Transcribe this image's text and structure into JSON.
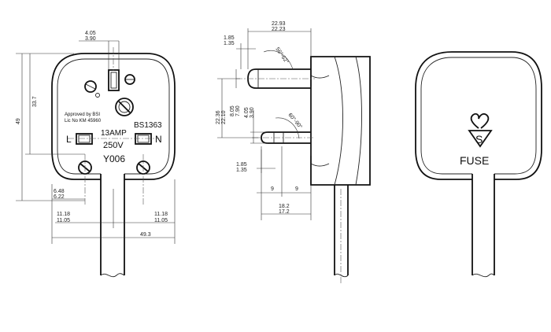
{
  "front_view": {
    "approval_line1": "Approved by BSI",
    "approval_line2": "Lic No KM 45960",
    "rating_current": "13AMP",
    "rating_voltage": "250V",
    "standard": "BS1363",
    "model": "Y006",
    "terminal_live": "L",
    "terminal_neutral": "N",
    "dim_top_upper": "4.05",
    "dim_top_lower": "3.90",
    "dim_height_total": "49",
    "dim_height_upper": "33.7",
    "dim_pin_left_upper": "6.48",
    "dim_pin_left_lower": "6.22",
    "dim_pin_w_upper": "11.18",
    "dim_pin_w_lower": "11.05",
    "dim_pin_w2_upper": "11.18",
    "dim_pin_w2_lower": "11.05",
    "dim_width_total": "49.3"
  },
  "side_view": {
    "dim_top_upper": "22.93",
    "dim_top_lower": "22.23",
    "dim_pin_tip_upper": "1.85",
    "dim_pin_tip_lower": "1.35",
    "dim_angle_upper": "56°-62°",
    "dim_span_upper": "22.36",
    "dim_span_lower": "22.10",
    "dim_pin_h_upper": "8.05",
    "dim_pin_h_lower": "7.90",
    "dim_pin_h2_upper": "4.05",
    "dim_pin_h2_lower": "3.90",
    "dim_angle_lower": "60°-90°",
    "dim_pin_tip2_upper": "1.85",
    "dim_pin_tip2_lower": "1.35",
    "dim_gap_left": "9",
    "dim_gap_right": "9",
    "dim_length_upper": "18.2",
    "dim_length_lower": "17.2"
  },
  "back_view": {
    "fuse_label": "FUSE"
  }
}
